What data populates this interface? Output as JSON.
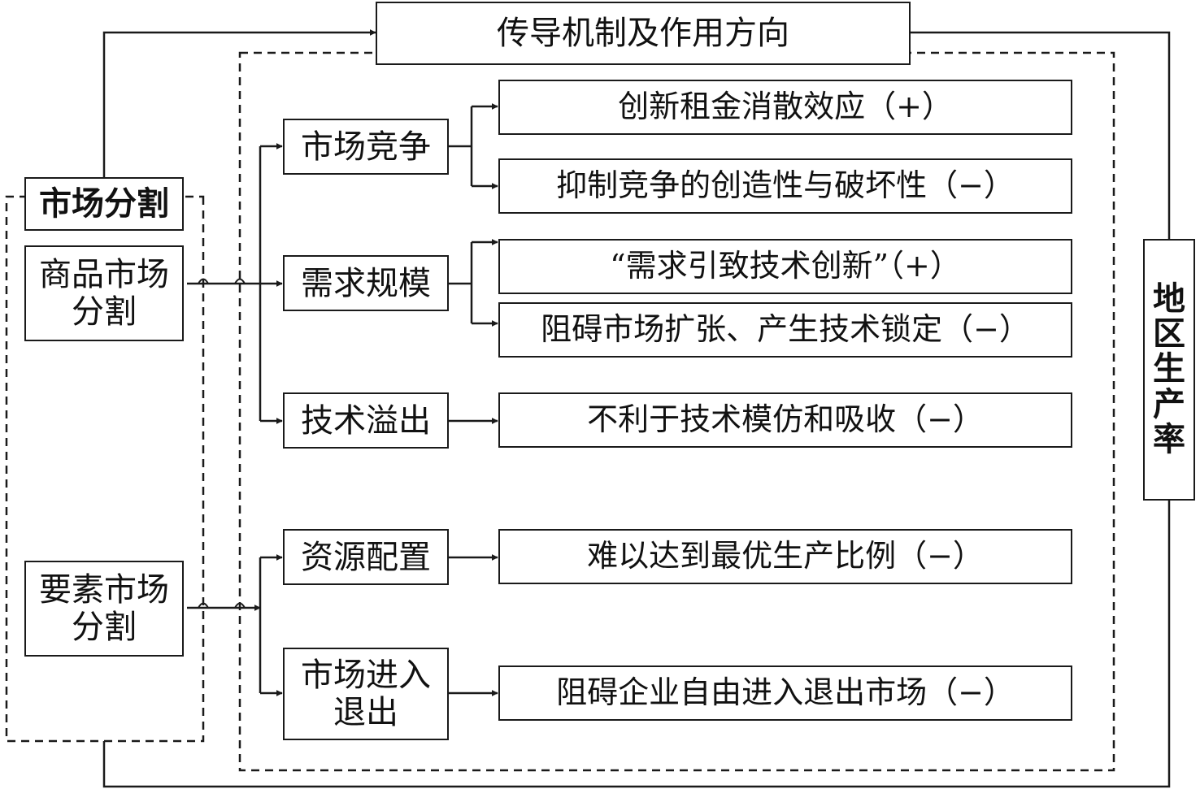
{
  "title": "传导机制及作用方向",
  "source": {
    "main": "市场分割",
    "goods": "商品市场分割",
    "factor": "要素市场分割"
  },
  "mechanisms": [
    {
      "label": "市场竞争"
    },
    {
      "label": "需求规模"
    },
    {
      "label": "技术溢出"
    },
    {
      "label": "资源配置"
    },
    {
      "label": "市场进入退出"
    }
  ],
  "effects": [
    {
      "label": "创新租金消散效应（+）"
    },
    {
      "label": "抑制竞争的创造性与破坏性（−）"
    },
    {
      "label": "“需求引致技术创新”（+）"
    },
    {
      "label": "阻碍市场扩张、产生技术锁定（−）"
    },
    {
      "label": "不利于技术模仿和吸收（−）"
    },
    {
      "label": "难以达到最优生产比例（−）"
    },
    {
      "label": "阻碍企业自由进入退出市场（−）"
    }
  ],
  "outcome": "地区生产率",
  "colors": {
    "line": "#1a1a1a",
    "text": "#111111",
    "background": "#ffffff"
  }
}
